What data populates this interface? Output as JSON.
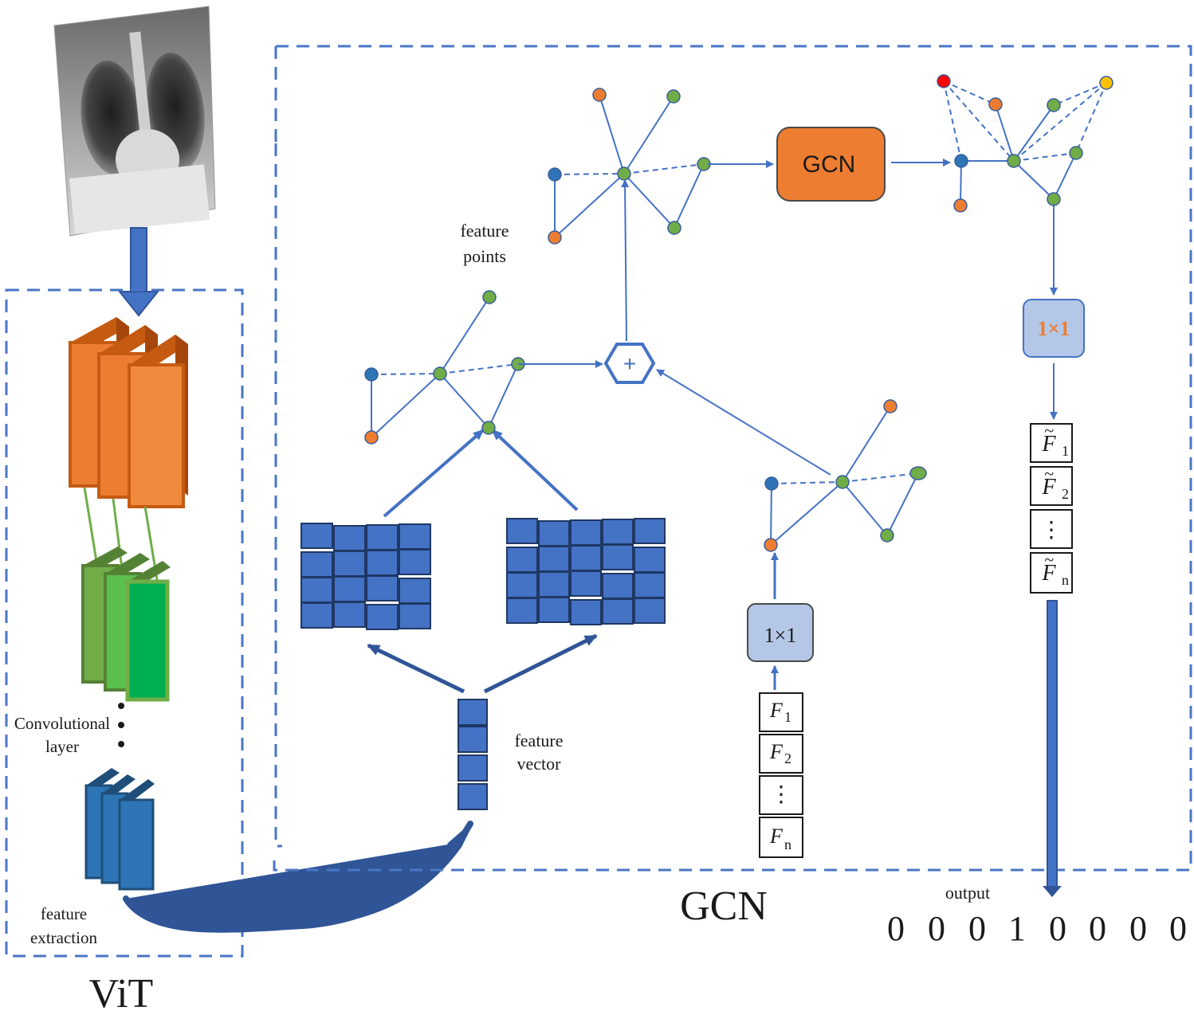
{
  "labels": {
    "vit_title": "ViT",
    "gcn_title": "GCN",
    "conv_layer_line1": "Convolutional",
    "conv_layer_line2": "layer",
    "feature_extraction_line1": "feature",
    "feature_extraction_line2": "extraction",
    "feature_points_line1": "feature",
    "feature_points_line2": "points",
    "feature_vector_line1": "feature",
    "feature_vector_line2": "vector",
    "gcn_block": "GCN",
    "conv1x1_bottom": "1×1",
    "conv1x1_right": "1×1",
    "plus": "+",
    "output_label": "output",
    "vertical_dots": "⋮"
  },
  "input_features": [
    {
      "base": "F",
      "sub": "1"
    },
    {
      "base": "F",
      "sub": "2"
    },
    {
      "base": "F",
      "sub": "n"
    }
  ],
  "output_features": [
    {
      "base": "F",
      "sub": "1",
      "accent": "~"
    },
    {
      "base": "F",
      "sub": "2",
      "accent": "~"
    },
    {
      "base": "F",
      "sub": "n",
      "accent": "~"
    }
  ],
  "output_vector": [
    "0",
    "0",
    "0",
    "1",
    "0",
    "0",
    "0",
    "0"
  ],
  "colors": {
    "accent_blue": "#4472c4",
    "frame_blue": "#4a76c6",
    "orange": "#ed7d31",
    "green": "#70ad47",
    "node_blue": "#2e75b6",
    "node_red": "#ff0000",
    "node_yellow": "#ffc000",
    "gcn_block": "#ed7d31",
    "conv_box": "#b4c7e7",
    "grid_cell": "#4472c4",
    "grid_line": "#1f3864"
  },
  "icons": {
    "xray": "chest-xray-image",
    "aggregator": "hexagon-plus-icon"
  }
}
